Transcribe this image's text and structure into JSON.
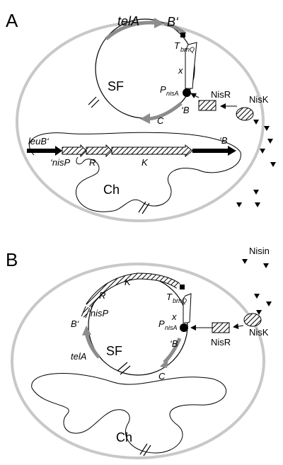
{
  "panelA": {
    "letter": "A",
    "labels": {
      "telA": "telA",
      "b_prime": "B‘",
      "t_main": "T",
      "t_sub": "brnQ",
      "x": "x",
      "sf": "SF",
      "p_main": "P",
      "p_sub": "nisA",
      "prime_b": "‘B",
      "c": "C",
      "nisr": "NisR",
      "nisk": "NisK",
      "leub": "leuB‘",
      "prime_b_chrom": "‘B",
      "nisp": "‘nisP",
      "r": "R",
      "k": "K",
      "ch": "Ch"
    }
  },
  "panelB": {
    "letter": "B",
    "labels": {
      "nisin": "Nisin",
      "k": "K",
      "r": "R",
      "t_main": "T",
      "t_sub": "brnQ",
      "nisp": "‘nisP",
      "b_prime": "B‘",
      "p_main": "P",
      "p_sub": "nisA",
      "x": "x",
      "nisr": "NisR",
      "nisk": "NisK",
      "prime_b": "‘B",
      "telA": "telA",
      "sf": "SF",
      "c": "C",
      "ch": "Ch"
    }
  },
  "colors": {
    "cell_outline": "#c8c8c8",
    "gene_gray": "#8c8c8c",
    "line": "#000000"
  }
}
